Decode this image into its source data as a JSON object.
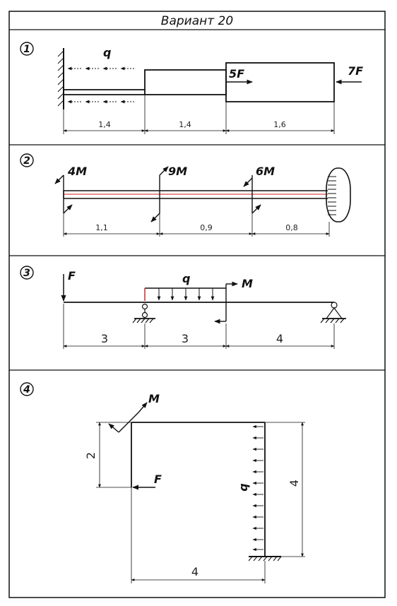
{
  "title": "Вариант 20",
  "problems": [
    {
      "number": "1",
      "labels": {
        "load": "q",
        "force_mid": "5F",
        "force_end": "7F"
      },
      "dimensions": [
        "1,4",
        "1,4",
        "1,6"
      ]
    },
    {
      "number": "2",
      "labels": {
        "moment_left": "4M",
        "moment_mid": "9M",
        "moment_right": "6M"
      },
      "dimensions": [
        "1,1",
        "0,9",
        "0,8"
      ]
    },
    {
      "number": "3",
      "labels": {
        "force": "F",
        "load": "q",
        "moment": "M"
      },
      "dimensions": [
        "3",
        "3",
        "4"
      ]
    },
    {
      "number": "4",
      "labels": {
        "moment": "M",
        "force": "F",
        "load": "q"
      },
      "dimensions": {
        "height_small": "2",
        "height_total": "4",
        "width": "4"
      }
    }
  ]
}
